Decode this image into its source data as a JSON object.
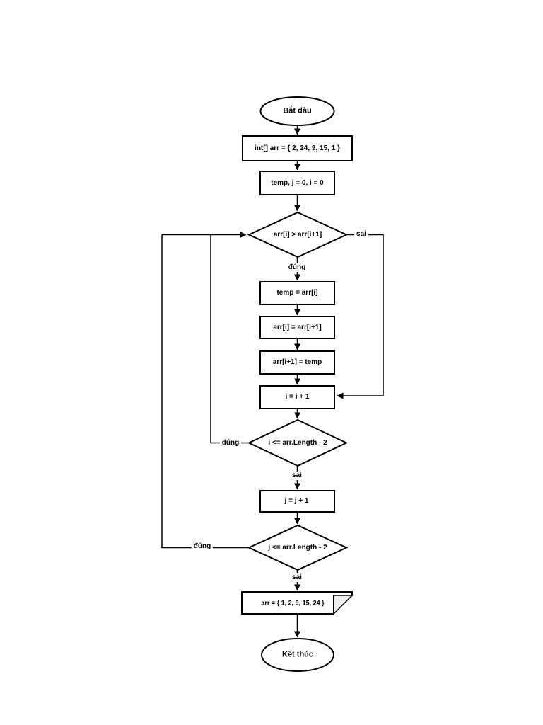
{
  "diagram": {
    "description": "Bubble sort flowchart (Vietnamese labels)",
    "nodes": {
      "start": {
        "type": "terminator",
        "label": "Bắt đầu"
      },
      "init_array": {
        "type": "process",
        "label": "int[] arr = { 2, 24, 9, 15, 1 }"
      },
      "init_vars": {
        "type": "process",
        "label": "temp, j = 0, i = 0"
      },
      "compare": {
        "type": "decision",
        "label": "arr[i] > arr[i+1]"
      },
      "assign_temp": {
        "type": "process",
        "label": "temp = arr[i]"
      },
      "swap_first": {
        "type": "process",
        "label": "arr[i] = arr[i+1]"
      },
      "swap_second": {
        "type": "process",
        "label": "arr[i+1] = temp"
      },
      "inc_i": {
        "type": "process",
        "label": "i = i + 1"
      },
      "check_i": {
        "type": "decision",
        "label": "i <= arr.Length - 2"
      },
      "inc_j": {
        "type": "process",
        "label": "j = j + 1"
      },
      "check_j": {
        "type": "decision",
        "label": "j <= arr.Length - 2"
      },
      "output": {
        "type": "document",
        "label": "arr = { 1, 2, 9, 15, 24 }"
      },
      "end": {
        "type": "terminator",
        "label": "Kết thúc"
      }
    },
    "edge_labels": {
      "compare_false": "sai",
      "compare_true": "đúng",
      "check_i_true": "đúng",
      "check_i_false": "sai",
      "check_j_true": "đúng",
      "check_j_false": "sai"
    },
    "colors": {
      "stroke": "#000000",
      "shape_fill": "#ffffff",
      "fold_fill": "#eeeeee",
      "background": "#ffffff"
    }
  }
}
